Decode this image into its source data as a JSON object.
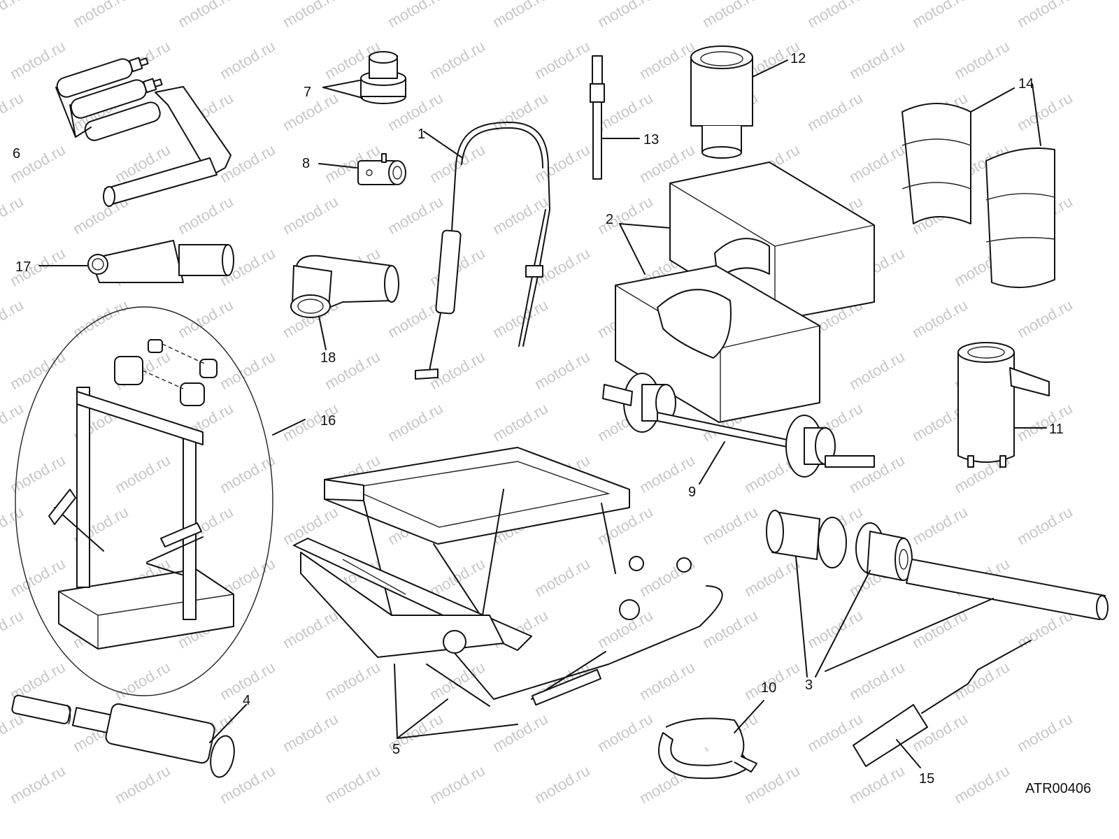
{
  "diagram": {
    "drawing_code": "ATR00406",
    "watermark": "motod.ru",
    "callouts": [
      {
        "id": "1",
        "text": "1"
      },
      {
        "id": "2",
        "text": "2"
      },
      {
        "id": "3",
        "text": "3"
      },
      {
        "id": "4",
        "text": "4"
      },
      {
        "id": "5",
        "text": "5"
      },
      {
        "id": "6",
        "text": "6"
      },
      {
        "id": "7",
        "text": "7"
      },
      {
        "id": "8",
        "text": "8"
      },
      {
        "id": "9",
        "text": "9"
      },
      {
        "id": "10",
        "text": "10"
      },
      {
        "id": "11",
        "text": "11"
      },
      {
        "id": "12",
        "text": "12"
      },
      {
        "id": "13",
        "text": "13"
      },
      {
        "id": "14",
        "text": "14"
      },
      {
        "id": "15",
        "text": "15"
      },
      {
        "id": "16",
        "text": "16"
      },
      {
        "id": "17",
        "text": "17"
      },
      {
        "id": "18",
        "text": "18"
      }
    ]
  }
}
